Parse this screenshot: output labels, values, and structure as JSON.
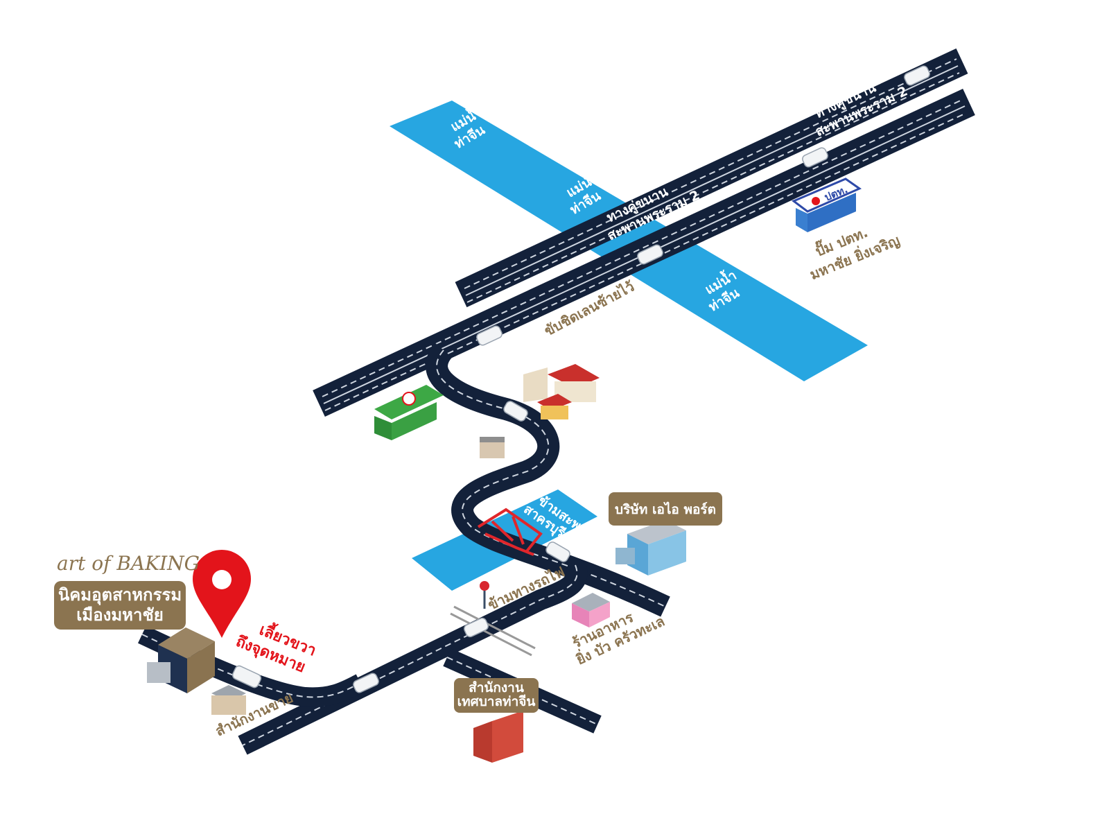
{
  "brand": {
    "logo_text": "art of BAKING"
  },
  "destination": {
    "title_line1": "นิคมอุตสาหกรรม",
    "title_line2": "เมืองมหาชัย",
    "turn_line1": "เลี้ยวขวา",
    "turn_line2": "ถึงจุดหมาย",
    "sales_office": "สำนักงานขาย",
    "pin_color": "#e3141b"
  },
  "highway": {
    "label_line1": "ทางคู่ขนาน",
    "label_line2": "สะพานพระราม 2",
    "keep_left": "ขับชิดเลนซ้ายไว้"
  },
  "river": {
    "label_line1": "แม่น้ำ",
    "label_line2": "ท่าจีน",
    "color": "#27a6e1"
  },
  "landmarks": {
    "ptt_logo": "ปตท.",
    "ptt_line1": "ปั๊ม ปตท.",
    "ptt_line2": "มหาชัย ยิ่งเจริญ",
    "bridge_line1": "ข้ามสะพาน",
    "bridge_line2": "สาครบุรี",
    "company": "บริษัท เอไอ พอร์ต",
    "railway": "ข้ามทางรถไฟ",
    "restaurant_line1": "ร้านอาหาร",
    "restaurant_line2": "ยิ่ง บัว ครัวทะเล",
    "municipal_line1": "สำนักงาน",
    "municipal_line2": "เทศบาลท่าจีน"
  },
  "colors": {
    "road": "#13213a",
    "label_box": "#8b7450",
    "accent_gold": "#8b7450"
  }
}
